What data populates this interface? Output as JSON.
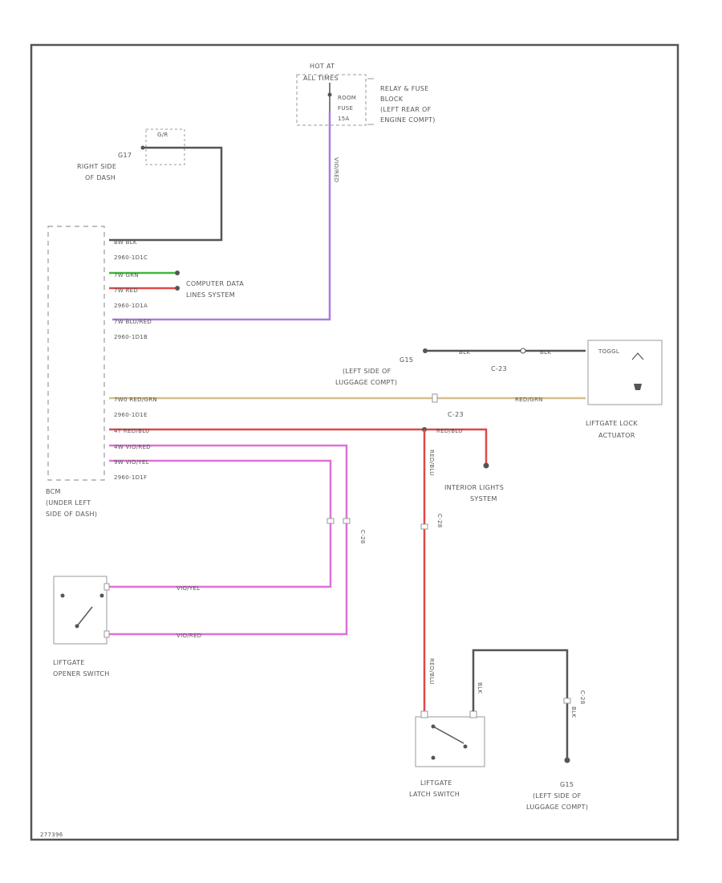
{
  "colors": {
    "frame": "#555555",
    "black": "#555555",
    "violet": "#a87de0",
    "green": "#3fb83f",
    "red": "#e04848",
    "tan": "#d6c08a",
    "pink": "#e070d8",
    "outline": "#9a9a9a"
  },
  "labels": {
    "hot_at_1": "HOT AT",
    "hot_at_2": "ALL TIMES",
    "room_fuse_1": "ROOM",
    "room_fuse_2": "FUSE",
    "room_fuse_3": "15A",
    "relay_fuse_1": "RELAY & FUSE",
    "relay_fuse_2": "BLOCK",
    "relay_fuse_3": "(LEFT REAR OF",
    "relay_fuse_4": "ENGINE COMPT)",
    "g17_1": "G17",
    "g17_2": "RIGHT SIDE",
    "g17_3": "OF DASH",
    "g17_shield": "G/R",
    "computer_1": "COMPUTER DATA",
    "computer_2": "LINES SYSTEM",
    "bcm_1": "BCM",
    "bcm_2": "(UNDER LEFT",
    "bcm_3": "SIDE OF DASH)",
    "g15_top_1": "G15",
    "g15_top_2": "(LEFT SIDE OF",
    "g15_top_3": "LUGGAGE COMPT)",
    "c23_top": "C-23",
    "c23_mid": "C-23",
    "c28_a": "C-28",
    "c28_b": "C-28",
    "c28_c": "C-28",
    "actuator_1": "LIFTGATE LOCK",
    "actuator_2": "ACTUATOR",
    "actuator_inner": "TOGGL",
    "interior_1": "INTERIOR LIGHTS",
    "interior_2": "SYSTEM",
    "opener_1": "LIFTGATE",
    "opener_2": "OPENER SWITCH",
    "latch_1": "LIFTGATE",
    "latch_2": "LATCH SWITCH",
    "g15_bot_1": "G15",
    "g15_bot_2": "(LEFT SIDE OF",
    "g15_bot_3": "LUGGAGE COMPT)",
    "footer": "277396"
  },
  "wires": {
    "bcm_blk": "BW  BLK",
    "conn_2960_1": "2960-1D1C",
    "grn": "7W  GRN",
    "red": "7W  RED",
    "conn_2960_2": "2960-1D1A",
    "blu_red": "7W  BLU/RED",
    "conn_2960_3": "2960-1D1B",
    "red_grn": "7W0  RED/GRN",
    "conn_2960_4": "2960-1D1E",
    "red_blu": "4T  RED/BLU",
    "vio_red": "4W  VIO/RED",
    "vio_yel": "9W  VIO/YEL",
    "conn_2960_5": "2960-1D1F",
    "violet_vert": "VIO/RED",
    "blk_a": "BLK",
    "blk_b": "BLK",
    "red_grn_right": "RED/GRN",
    "red_blu_right": "RED/BLU",
    "red_blu_vert1": "RED/BLU",
    "red_blu_vert2": "RED/BLU",
    "vio_yel_h": "VIO/YEL",
    "vio_red_h": "VIO/RED",
    "latch_blk": "BLK",
    "g15_blk": "BLK"
  }
}
